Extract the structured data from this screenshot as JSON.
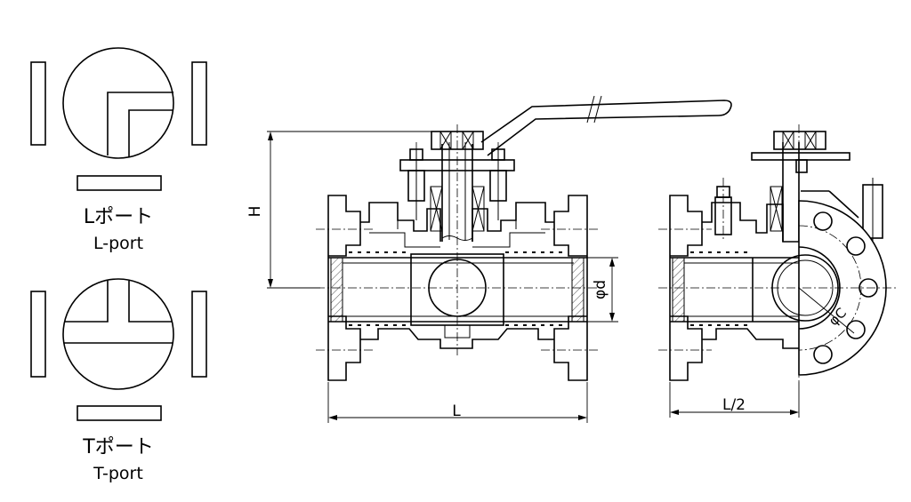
{
  "legend": {
    "l_port": {
      "label_ja": "Lポート",
      "label_en": "L-port"
    },
    "t_port": {
      "label_ja": "Tポート",
      "label_en": "T-port"
    }
  },
  "dimensions": {
    "length": "L",
    "half_length": "L/2",
    "height": "H",
    "bore": "φd",
    "pitch_circle": "φC"
  }
}
